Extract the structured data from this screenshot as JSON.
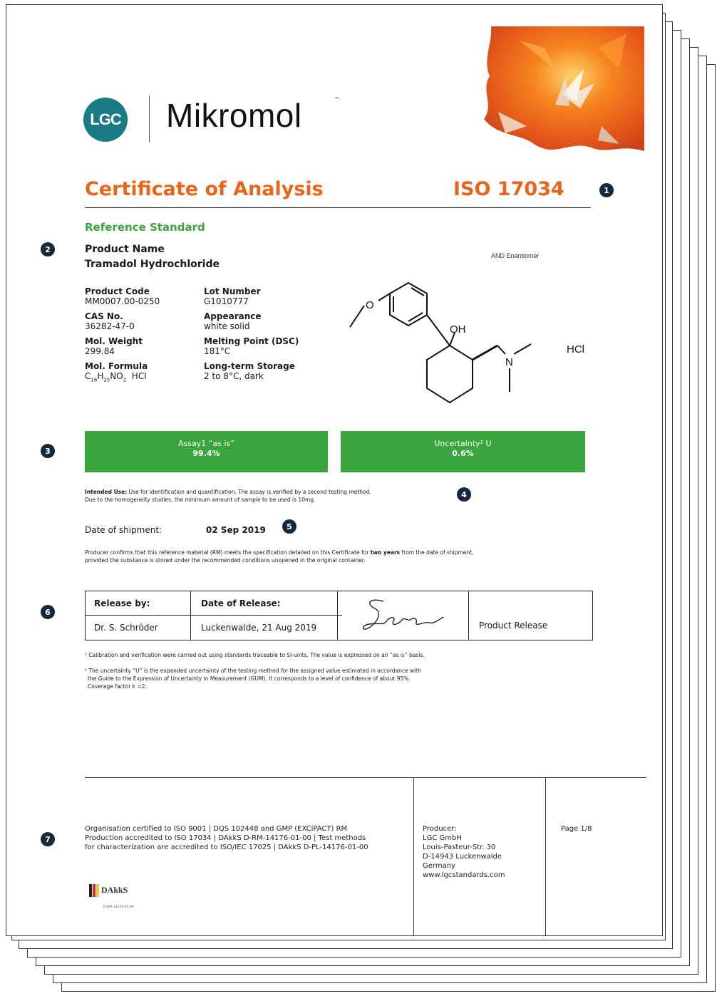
{
  "logo": {
    "circle_text": "LGC",
    "wordmark": "Mikromol",
    "trademark": "™"
  },
  "header": {
    "title": "Certificate of Analysis",
    "iso": "ISO 17034"
  },
  "badges": [
    "1",
    "2",
    "3",
    "4",
    "5",
    "6",
    "7"
  ],
  "product": {
    "section_label": "Reference Standard",
    "name_label": "Product Name",
    "name": "Tramadol Hydrochloride",
    "code_label": "Product Code",
    "code": "MM0007.00-0250",
    "cas_label": "CAS No.",
    "cas": "36282-47-0",
    "mw_label": "Mol. Weight",
    "mw": "299.84",
    "formula_label": "Mol. Formula",
    "formula": {
      "c": "C",
      "c_sub": "16",
      "h": "H",
      "h_sub": "25",
      "no": "NO",
      "no_sub": "2",
      "salt": "HCl"
    },
    "lot_label": "Lot Number",
    "lot": "G1010777",
    "appearance_label": "Appearance",
    "appearance": "white solid",
    "mp_label": "Melting Point (DSC)",
    "mp": "181°C",
    "storage_label": "Long-term Storage",
    "storage": "2 to 8°C, dark"
  },
  "structure": {
    "enantiomer_note": "AND Enantiomer",
    "oh": "OH",
    "n": "N",
    "o": "O",
    "salt": "HCl"
  },
  "assay": {
    "label": "Assay1 “as is”",
    "value": "99.4%"
  },
  "uncertainty": {
    "label": "Uncertainty² U",
    "value": "0.6%"
  },
  "intended_use": {
    "label": "Intended Use:",
    "text1": " Use for identification and quantification. The assay is verified by a second testing method.",
    "text2": "Due to the homogeneity studies, the minimum amount of sample to be used is 10mg."
  },
  "shipment": {
    "label": "Date of shipment:",
    "date": "02 Sep 2019"
  },
  "producer_statement": {
    "part1": "Producer confirms that this reference material (RM) meets the specification detailed on this Certificate for ",
    "bold": "two years",
    "part2": " from the date of shipment,",
    "line2": "provided the substance is stored under the recommended conditions unopened in the original container."
  },
  "release": {
    "by_label": "Release by:",
    "by": "Dr. S. Schröder",
    "date_label": "Date of Release:",
    "date": "Luckenwalde, 21 Aug 2019",
    "role": "Product Release"
  },
  "footnotes": {
    "fn1": "¹ Calibration and verification were carried out using standards traceable to SI-units. The value is expressed on an “as is” basis.",
    "fn2a": "² The uncertainty “U” is the expanded uncertainty of the testing method for the assigned value estimated in accordance with",
    "fn2b": "the Guide to the Expression of Uncertainty in Measurement (GUM). It corresponds to a level of confidence of about 95%.",
    "fn2c": "Coverage factor k =2."
  },
  "footer": {
    "cert1": "Organisation certified to ISO 9001 | DQS 102448 and GMP (EXCiPACT) RM",
    "cert2": "Production accredited to ISO 17034 | DAkkS D-RM-14176-01-00 | Test methods",
    "cert3": "for characterization are accredited to ISO/IEC 17025 | DAkkS D-PL-14176-01-00",
    "producer_label": "Producer:",
    "producer_name": "LGC GmbH",
    "street": "Louis-Pasteur-Str. 30",
    "city": "D-14943 Luckenwalde",
    "country": "Germany",
    "web": "www.lgcstandards.com",
    "page": "Page 1/8",
    "dakks_logo": "DAkkS",
    "dakks_id": "D-RM-14176-01-00"
  },
  "colors": {
    "orange": "#e8661c",
    "green": "#3aa53c",
    "teal": "#1a7a86",
    "navy": "#15293a"
  }
}
